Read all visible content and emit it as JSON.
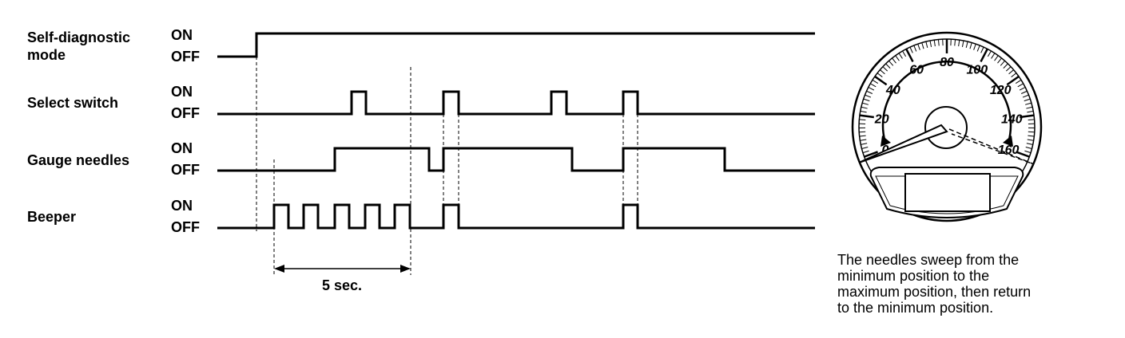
{
  "signals": [
    {
      "name": "Self-diagnostic mode",
      "name_lines": [
        "Self-diagnostic",
        "mode"
      ],
      "on": "ON",
      "off": "OFF"
    },
    {
      "name": "Select switch",
      "name_lines": [
        "Select switch"
      ],
      "on": "ON",
      "off": "OFF"
    },
    {
      "name": "Gauge needles",
      "name_lines": [
        "Gauge needles"
      ],
      "on": "ON",
      "off": "OFF"
    },
    {
      "name": "Beeper",
      "name_lines": [
        "Beeper"
      ],
      "on": "ON",
      "off": "OFF"
    }
  ],
  "duration_label": "5 sec.",
  "gauge": {
    "scale_labels": [
      "0",
      "20",
      "40",
      "60",
      "80",
      "100",
      "120",
      "140",
      "160"
    ]
  },
  "caption_lines": [
    "The needles sweep from the",
    "minimum position to the",
    "maximum position, then return",
    "to the minimum position."
  ]
}
